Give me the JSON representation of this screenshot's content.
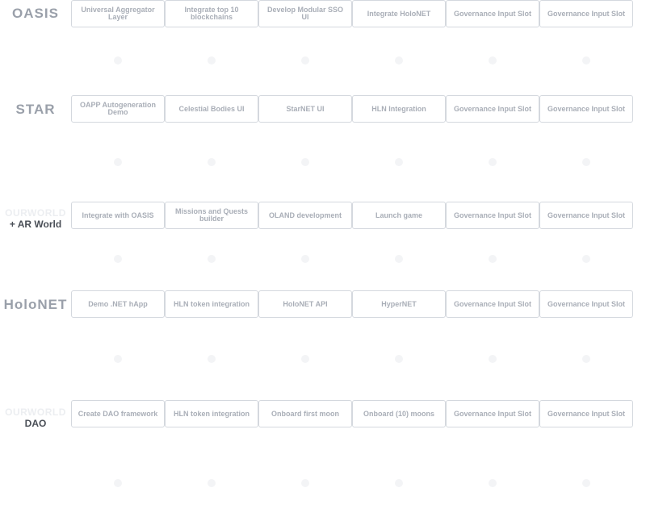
{
  "rows": [
    {
      "label_main": "OASIS",
      "cards": [
        "Universal Aggregator Layer",
        "Integrate top 10 blockchains",
        "Develop Modular SSO UI",
        "Integrate HoloNET",
        "Governance Input Slot",
        "Governance Input Slot"
      ]
    },
    {
      "label_main": "STAR",
      "cards": [
        "OAPP Autogeneration Demo",
        "Celestial Bodies UI",
        "StarNET UI",
        "HLN Integration",
        "Governance Input Slot",
        "Governance Input Slot"
      ]
    },
    {
      "label_faded": "OURWORLD",
      "label_sub": "+ AR World",
      "cards": [
        "Integrate with OASIS",
        "Missions and Quests builder",
        "OLAND development",
        "Launch game",
        "Governance Input Slot",
        "Governance Input Slot"
      ]
    },
    {
      "label_main": "HoloNET",
      "cards": [
        "Demo .NET hApp",
        "HLN token integration",
        "HoloNET API",
        "HyperNET",
        "Governance Input Slot",
        "Governance Input Slot"
      ]
    },
    {
      "label_faded": "OURWORLD",
      "label_sub": "DAO",
      "cards": [
        "Create DAO framework",
        "HLN token integration",
        "Onboard first moon",
        "Onboard (10) moons",
        "Governance Input Slot",
        "Governance Input Slot"
      ]
    }
  ]
}
